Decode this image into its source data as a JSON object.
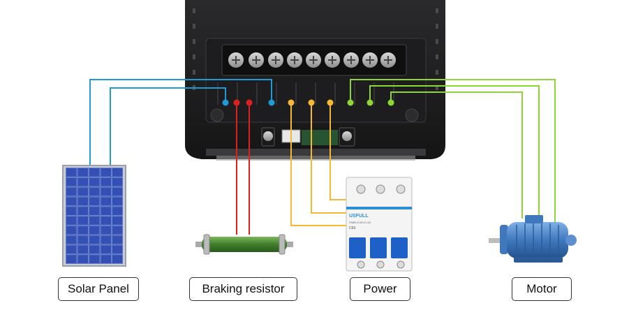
{
  "labels": {
    "solar_panel": "Solar Panel",
    "braking_resistor": "Braking resistor",
    "power": "Power",
    "motor": "Motor"
  },
  "breaker": {
    "brand": "USFULL",
    "model": "FMB1/C32V/1-63",
    "rating": "C63"
  },
  "colors": {
    "solar_wire": "#1e9ad6",
    "brake_wire": "#e02020",
    "power_wire": "#f7b733",
    "motor_wire": "#8ed633",
    "device_body": "#1c1c1e",
    "breaker_blue": "#1e5fc8",
    "panel_blue": "#2b3f9e",
    "resistor_green": "#4f8f33",
    "motor_blue": "#4f86c6"
  },
  "icons": {
    "solar": "solar-panel-icon",
    "resistor": "braking-resistor-icon",
    "breaker": "circuit-breaker-icon",
    "motor": "electric-motor-icon"
  }
}
